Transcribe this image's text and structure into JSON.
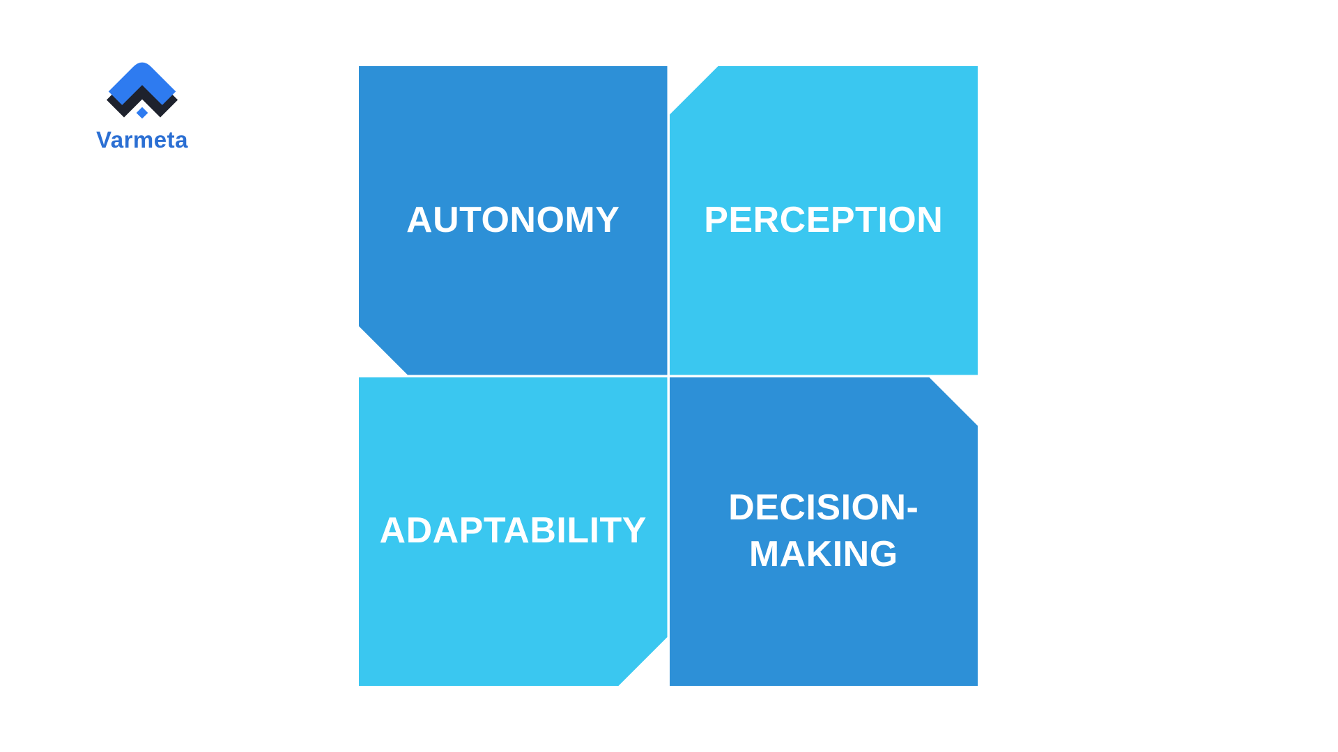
{
  "brand": {
    "name": "Varmeta",
    "wordmark_color": "#2B6FD3",
    "icon": {
      "semantic": "varmeta-chevron-logo",
      "blue": "#2E7BF0",
      "black": "#1E222D"
    }
  },
  "matrix": {
    "cells": [
      {
        "id": "autonomy",
        "label": "AUTONOMY",
        "color": "#2D90D7",
        "notch": "bottom-left"
      },
      {
        "id": "perception",
        "label": "PERCEPTION",
        "color": "#3AC7F0",
        "notch": "top-left"
      },
      {
        "id": "adaptability",
        "label": "ADAPTABILITY",
        "color": "#3AC7F0",
        "notch": "bottom-right"
      },
      {
        "id": "decision-making",
        "label": "DECISION-MAKING",
        "color": "#2D90D7",
        "notch": "top-right"
      }
    ]
  },
  "colors": {
    "background": "#FFFFFF",
    "primary_blue": "#2D90D7",
    "light_blue": "#3AC7F0",
    "label_text": "#FFFFFF"
  }
}
